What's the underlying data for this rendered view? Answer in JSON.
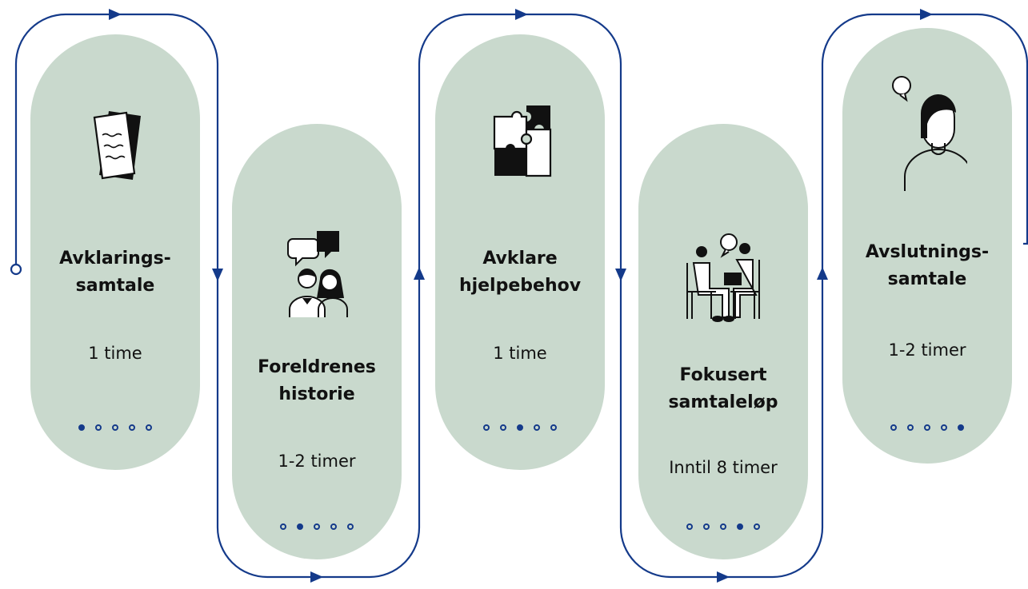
{
  "colors": {
    "card": "#c9d9cd",
    "line": "#143a8a",
    "text": "#111111"
  },
  "steps": [
    {
      "title_lines": [
        "Avklarings-",
        "samtale"
      ],
      "duration": "1 time",
      "icon": "document-icon",
      "active_dot": 1,
      "total_dots": 5
    },
    {
      "title_lines": [
        "Foreldrenes",
        "historie"
      ],
      "duration": "1-2 timer",
      "icon": "parents-talking-icon",
      "active_dot": 2,
      "total_dots": 5
    },
    {
      "title_lines": [
        "Avklare",
        "hjelpebehov"
      ],
      "duration": "1 time",
      "icon": "puzzle-icon",
      "active_dot": 3,
      "total_dots": 5
    },
    {
      "title_lines": [
        "Fokusert",
        "samtaleløp"
      ],
      "duration": "Inntil 8 timer",
      "icon": "conversation-icon",
      "active_dot": 4,
      "total_dots": 5
    },
    {
      "title_lines": [
        "Avslutnings-",
        "samtale"
      ],
      "duration": "1-2 timer",
      "icon": "person-thinking-icon",
      "active_dot": 5,
      "total_dots": 5
    }
  ]
}
